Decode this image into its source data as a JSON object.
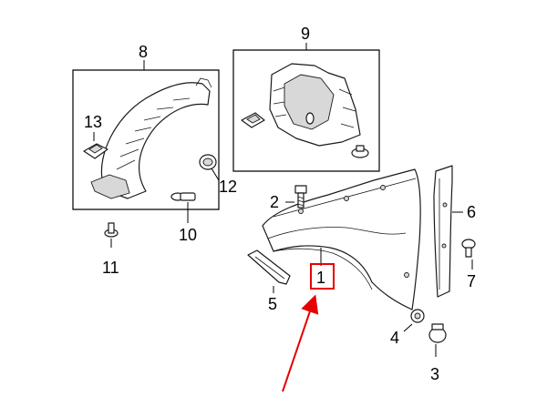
{
  "callouts": {
    "p1": "1",
    "p2": "2",
    "p3": "3",
    "p4": "4",
    "p5": "5",
    "p6": "6",
    "p7": "7",
    "p8": "8",
    "p9": "9",
    "p10": "10",
    "p11": "11",
    "p12": "12",
    "p13": "13"
  },
  "colors": {
    "highlight": "#e60000",
    "line": "#1a1a1a"
  }
}
